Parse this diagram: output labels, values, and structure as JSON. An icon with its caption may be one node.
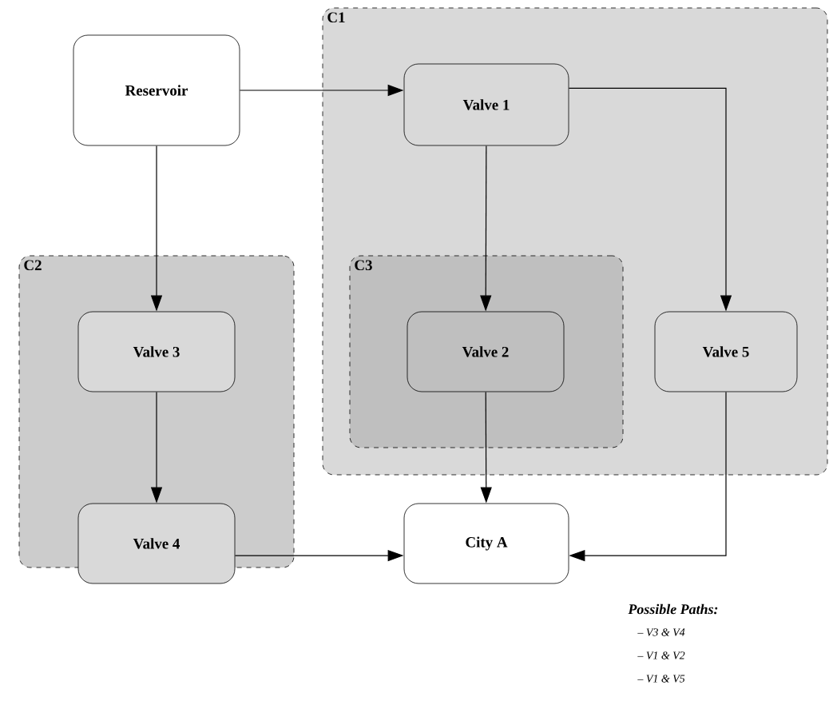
{
  "diagram": {
    "nodes": [
      {
        "text": [
          "Reservoir"
        ]
      },
      {
        "text": [
          "C1"
        ]
      },
      {
        "text": [
          "Valve 1"
        ],
        "in": 1
      },
      {
        "text": [
          "C3"
        ],
        "in": 1
      },
      {
        "text": [
          "Valve 2"
        ],
        "in": 3
      },
      {
        "text": [
          "Valve 5"
        ],
        "in": 1
      },
      {
        "text": [
          "C2"
        ]
      },
      {
        "text": [
          "Valve 3"
        ],
        "in": 6
      },
      {
        "text": [
          "Valve 4"
        ],
        "in": 6
      },
      {
        "text": [
          "City A"
        ]
      }
    ],
    "edges": [
      {
        "from": 0,
        "to": 2,
        "arrow": "to"
      },
      {
        "from": 0,
        "to": 7,
        "arrow": "to"
      },
      {
        "from": 2,
        "to": 4,
        "arrow": "to"
      },
      {
        "from": 2,
        "to": 5,
        "arrow": "to"
      },
      {
        "from": 7,
        "to": 8,
        "arrow": "to"
      },
      {
        "from": 8,
        "to": 9,
        "arrow": "to"
      },
      {
        "from": 4,
        "to": 9,
        "arrow": "to"
      },
      {
        "from": 5,
        "to": 9,
        "arrow": "to"
      }
    ],
    "labels": [
      "Possible Paths:",
      "– V3 & V4",
      "– V1 & V2",
      "– V1 & V5"
    ]
  }
}
